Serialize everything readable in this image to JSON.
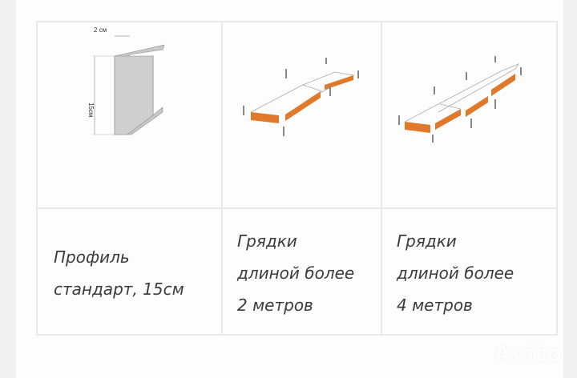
{
  "table": {
    "columns": [
      {
        "image": "profile-cross-section-drawing",
        "image_labels": {
          "width": "2 см",
          "height": "15см"
        },
        "caption_lines": [
          "Профиль",
          "стандарт, 15см"
        ]
      },
      {
        "image": "garden-bed-2m-diagram",
        "caption_lines": [
          "Грядки",
          "длиной более",
          "2 метров"
        ]
      },
      {
        "image": "garden-bed-4m-diagram",
        "caption_lines": [
          "Грядки",
          "длиной более",
          "4 метров"
        ]
      }
    ]
  },
  "colors": {
    "accent_orange": "#e07a2a",
    "border": "#e9e9e9",
    "text": "#3a3a3a"
  },
  "watermark": {
    "label": "Avito"
  }
}
